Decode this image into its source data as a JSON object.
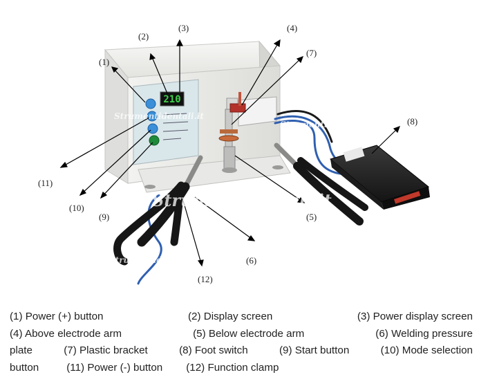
{
  "callouts": {
    "n1": "(1)",
    "n2": "(2)",
    "n3": "(3)",
    "n4": "(4)",
    "n5": "(5)",
    "n6": "(6)",
    "n7": "(7)",
    "n8": "(8)",
    "n9": "(9)",
    "n10": "(10)",
    "n11": "(11)",
    "n12": "(12)"
  },
  "watermark": "Strumentidentali.it",
  "display_readout": "210",
  "caption": {
    "line1": [
      "(1) Power (+) button",
      "(2) Display screen",
      "(3) Power display screen"
    ],
    "line2": [
      "(4) Above electrode arm",
      "(5) Below electrode arm",
      "(6) Welding pressure"
    ],
    "line3": [
      "plate",
      "(7) Plastic bracket",
      "(8) Foot switch",
      "(9) Start button",
      "(10) Mode selection"
    ],
    "line4": [
      "button",
      "(11) Power (-) button",
      "(12) Function clamp"
    ]
  },
  "colors": {
    "machine_body": "#eeeeec",
    "front_panel": "#d9e6ea",
    "button_blue": "#3a8fd8",
    "button_green": "#1f8a3a",
    "display_green": "#3fd24b",
    "cable_black": "#1a1a1a",
    "cable_blue": "#2f5fb0",
    "clamp_red": "#b3322a"
  }
}
